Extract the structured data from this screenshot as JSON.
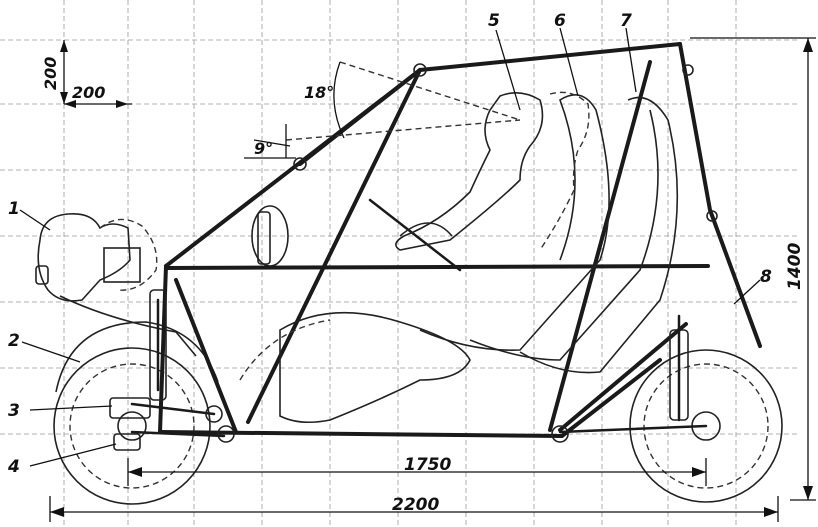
{
  "callouts": [
    {
      "id": "1",
      "text": "1"
    },
    {
      "id": "2",
      "text": "2"
    },
    {
      "id": "3",
      "text": "3"
    },
    {
      "id": "4",
      "text": "4"
    },
    {
      "id": "5",
      "text": "5"
    },
    {
      "id": "6",
      "text": "6"
    },
    {
      "id": "7",
      "text": "7"
    },
    {
      "id": "8",
      "text": "8"
    }
  ],
  "dimensions": {
    "wheelbase": "1750",
    "overall_length": "2200",
    "overall_height": "1400",
    "grid_vertical": "200",
    "grid_horizontal": "200"
  },
  "angles": {
    "upper": "18°",
    "lower": "9°"
  }
}
